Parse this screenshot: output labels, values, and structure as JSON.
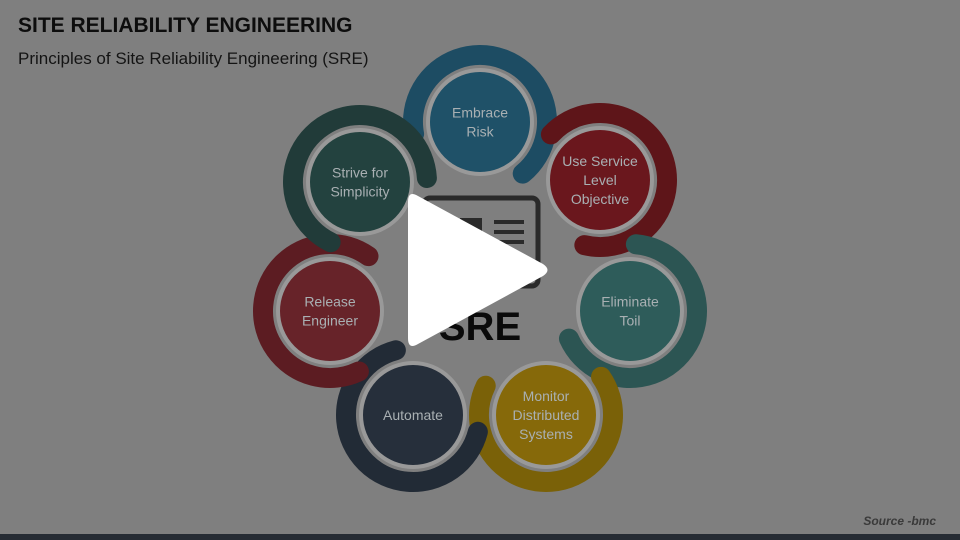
{
  "slide": {
    "title": "SITE RELIABILITY ENGINEERING",
    "subtitle": "Principles of Site Reliability Engineering (SRE)",
    "center_label": "SRE",
    "source": "Source -bmc"
  },
  "principles": [
    {
      "lines": [
        "Embrace",
        "Risk"
      ],
      "color": "#1d4c63",
      "fill": "#1f5168"
    },
    {
      "lines": [
        "Use Service",
        "Level",
        "Objective"
      ],
      "color": "#5e1519",
      "fill": "#6a171d"
    },
    {
      "lines": [
        "Eliminate",
        "Toil"
      ],
      "color": "#2c5553",
      "fill": "#2e5c5a"
    },
    {
      "lines": [
        "Monitor",
        "Distributed",
        "Systems"
      ],
      "color": "#7a6108",
      "fill": "#86690a"
    },
    {
      "lines": [
        "Automate"
      ],
      "color": "#222b36",
      "fill": "#262f3b"
    },
    {
      "lines": [
        "Release",
        "Engineer"
      ],
      "color": "#5c1c22",
      "fill": "#672329"
    },
    {
      "lines": [
        "Strive for",
        "Simplicity"
      ],
      "color": "#213b39",
      "fill": "#23423f"
    }
  ],
  "overlay": {
    "play_icon": "play-icon",
    "play_color": "#ffffff"
  }
}
